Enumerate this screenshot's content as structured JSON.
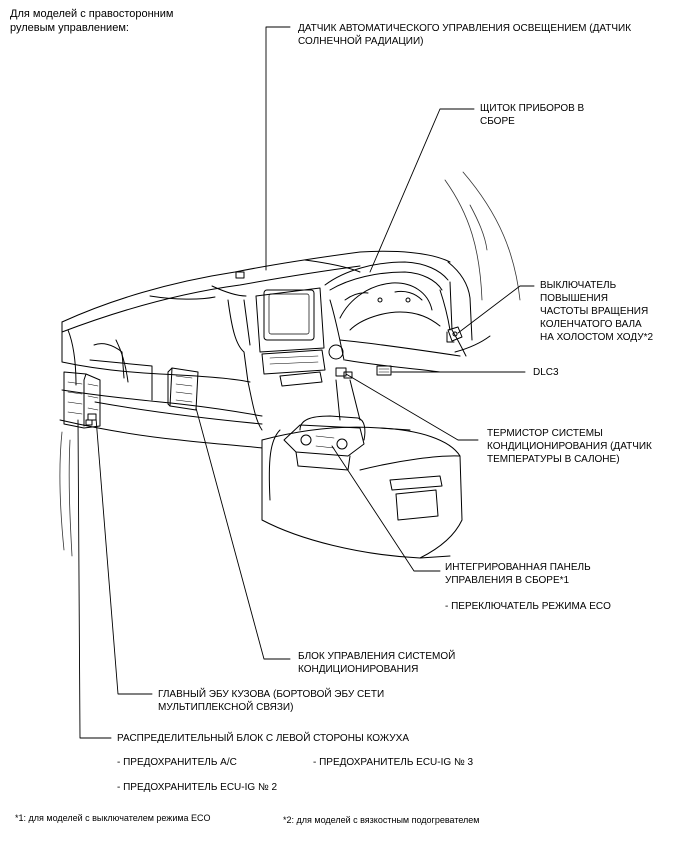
{
  "header": "Для моделей с правосторонним\nрулевым управлением:",
  "labels": {
    "light_sensor": "ДАТЧИК АВТОМАТИЧЕСКОГО УПРАВЛЕНИЯ ОСВЕЩЕНИЕМ (ДАТЧИК\nСОЛНЕЧНОЙ РАДИАЦИИ)",
    "combination_meter": "ЩИТОК ПРИБОРОВ В\nСБОРЕ",
    "idle_up_switch": "ВЫКЛЮЧАТЕЛЬ\nПОВЫШЕНИЯ\nЧАСТОТЫ ВРАЩЕНИЯ\nКОЛЕНЧАТОГО ВАЛА\nНА ХОЛОСТОМ ХОДУ*2",
    "dlc3": "DLC3",
    "room_temp_sensor": "ТЕРМИСТОР СИСТЕМЫ\nКОНДИЦИОНИРОВАНИЯ (ДАТЧИК\nТЕМПЕРАТУРЫ В САЛОНЕ)",
    "control_panel": "ИНТЕГРИРОВАННАЯ ПАНЕЛЬ\nУПРАВЛЕНИЯ В СБОРЕ*1",
    "eco_switch": "- ПЕРЕКЛЮЧАТЕЛЬ РЕЖИМА ECO",
    "ac_amplifier": "БЛОК УПРАВЛЕНИЯ СИСТЕМОЙ\nКОНДИЦИОНИРОВАНИЯ",
    "main_body_ecu": "ГЛАВНЫЙ ЭБУ КУЗОВА (БОРТОВОЙ ЭБУ СЕТИ\nМУЛЬТИПЛЕКСНОЙ СВЯЗИ)",
    "junction_block": "РАСПРЕДЕЛИТЕЛЬНЫЙ БЛОК С ЛЕВОЙ СТОРОНЫ КОЖУХА",
    "fuse_ac": "- ПРЕДОХРАНИТЕЛЬ A/C",
    "fuse_ecu_ig3": "- ПРЕДОХРАНИТЕЛЬ ECU-IG № 3",
    "fuse_ecu_ig2": "- ПРЕДОХРАНИТЕЛЬ ECU-IG № 2"
  },
  "footnotes": {
    "note1": "*1: для моделей с выключателем режима ECO",
    "note2": "*2: для моделей с вязкостным подогревателем"
  }
}
